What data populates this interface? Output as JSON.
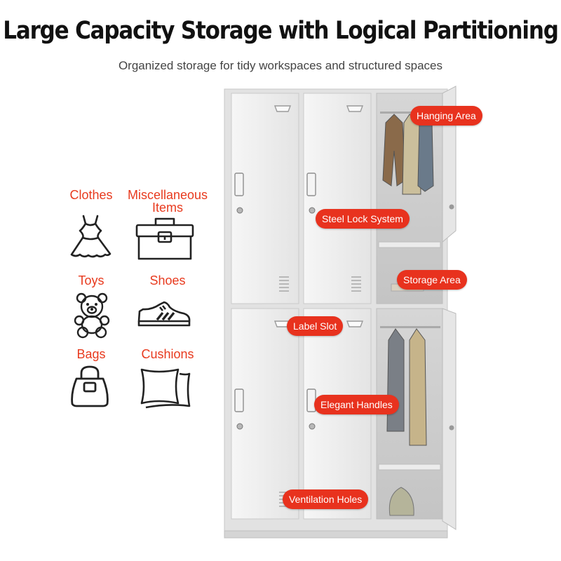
{
  "header": {
    "title": "Large Capacity Storage with Logical Partitioning",
    "subtitle": "Organized storage for tidy workspaces and structured spaces"
  },
  "categories": [
    {
      "label": "Clothes",
      "icon": "dress-icon"
    },
    {
      "label": "Miscellaneous Items",
      "icon": "toolbox-icon"
    },
    {
      "label": "Toys",
      "icon": "teddy-bear-icon"
    },
    {
      "label": "Shoes",
      "icon": "sneaker-icon"
    },
    {
      "label": "Bags",
      "icon": "handbag-icon"
    },
    {
      "label": "Cushions",
      "icon": "pillow-icon"
    }
  ],
  "callouts": {
    "hanging_area": "Hanging Area",
    "steel_lock": "Steel Lock System",
    "storage_area": "Storage Area",
    "label_slot": "Label Slot",
    "elegant_handles": "Elegant Handles",
    "ventilation_holes": "Ventilation Holes"
  },
  "colors": {
    "accent": "#e8321e",
    "category_text": "#e83a1e",
    "cabinet": "#e9e9e9"
  }
}
